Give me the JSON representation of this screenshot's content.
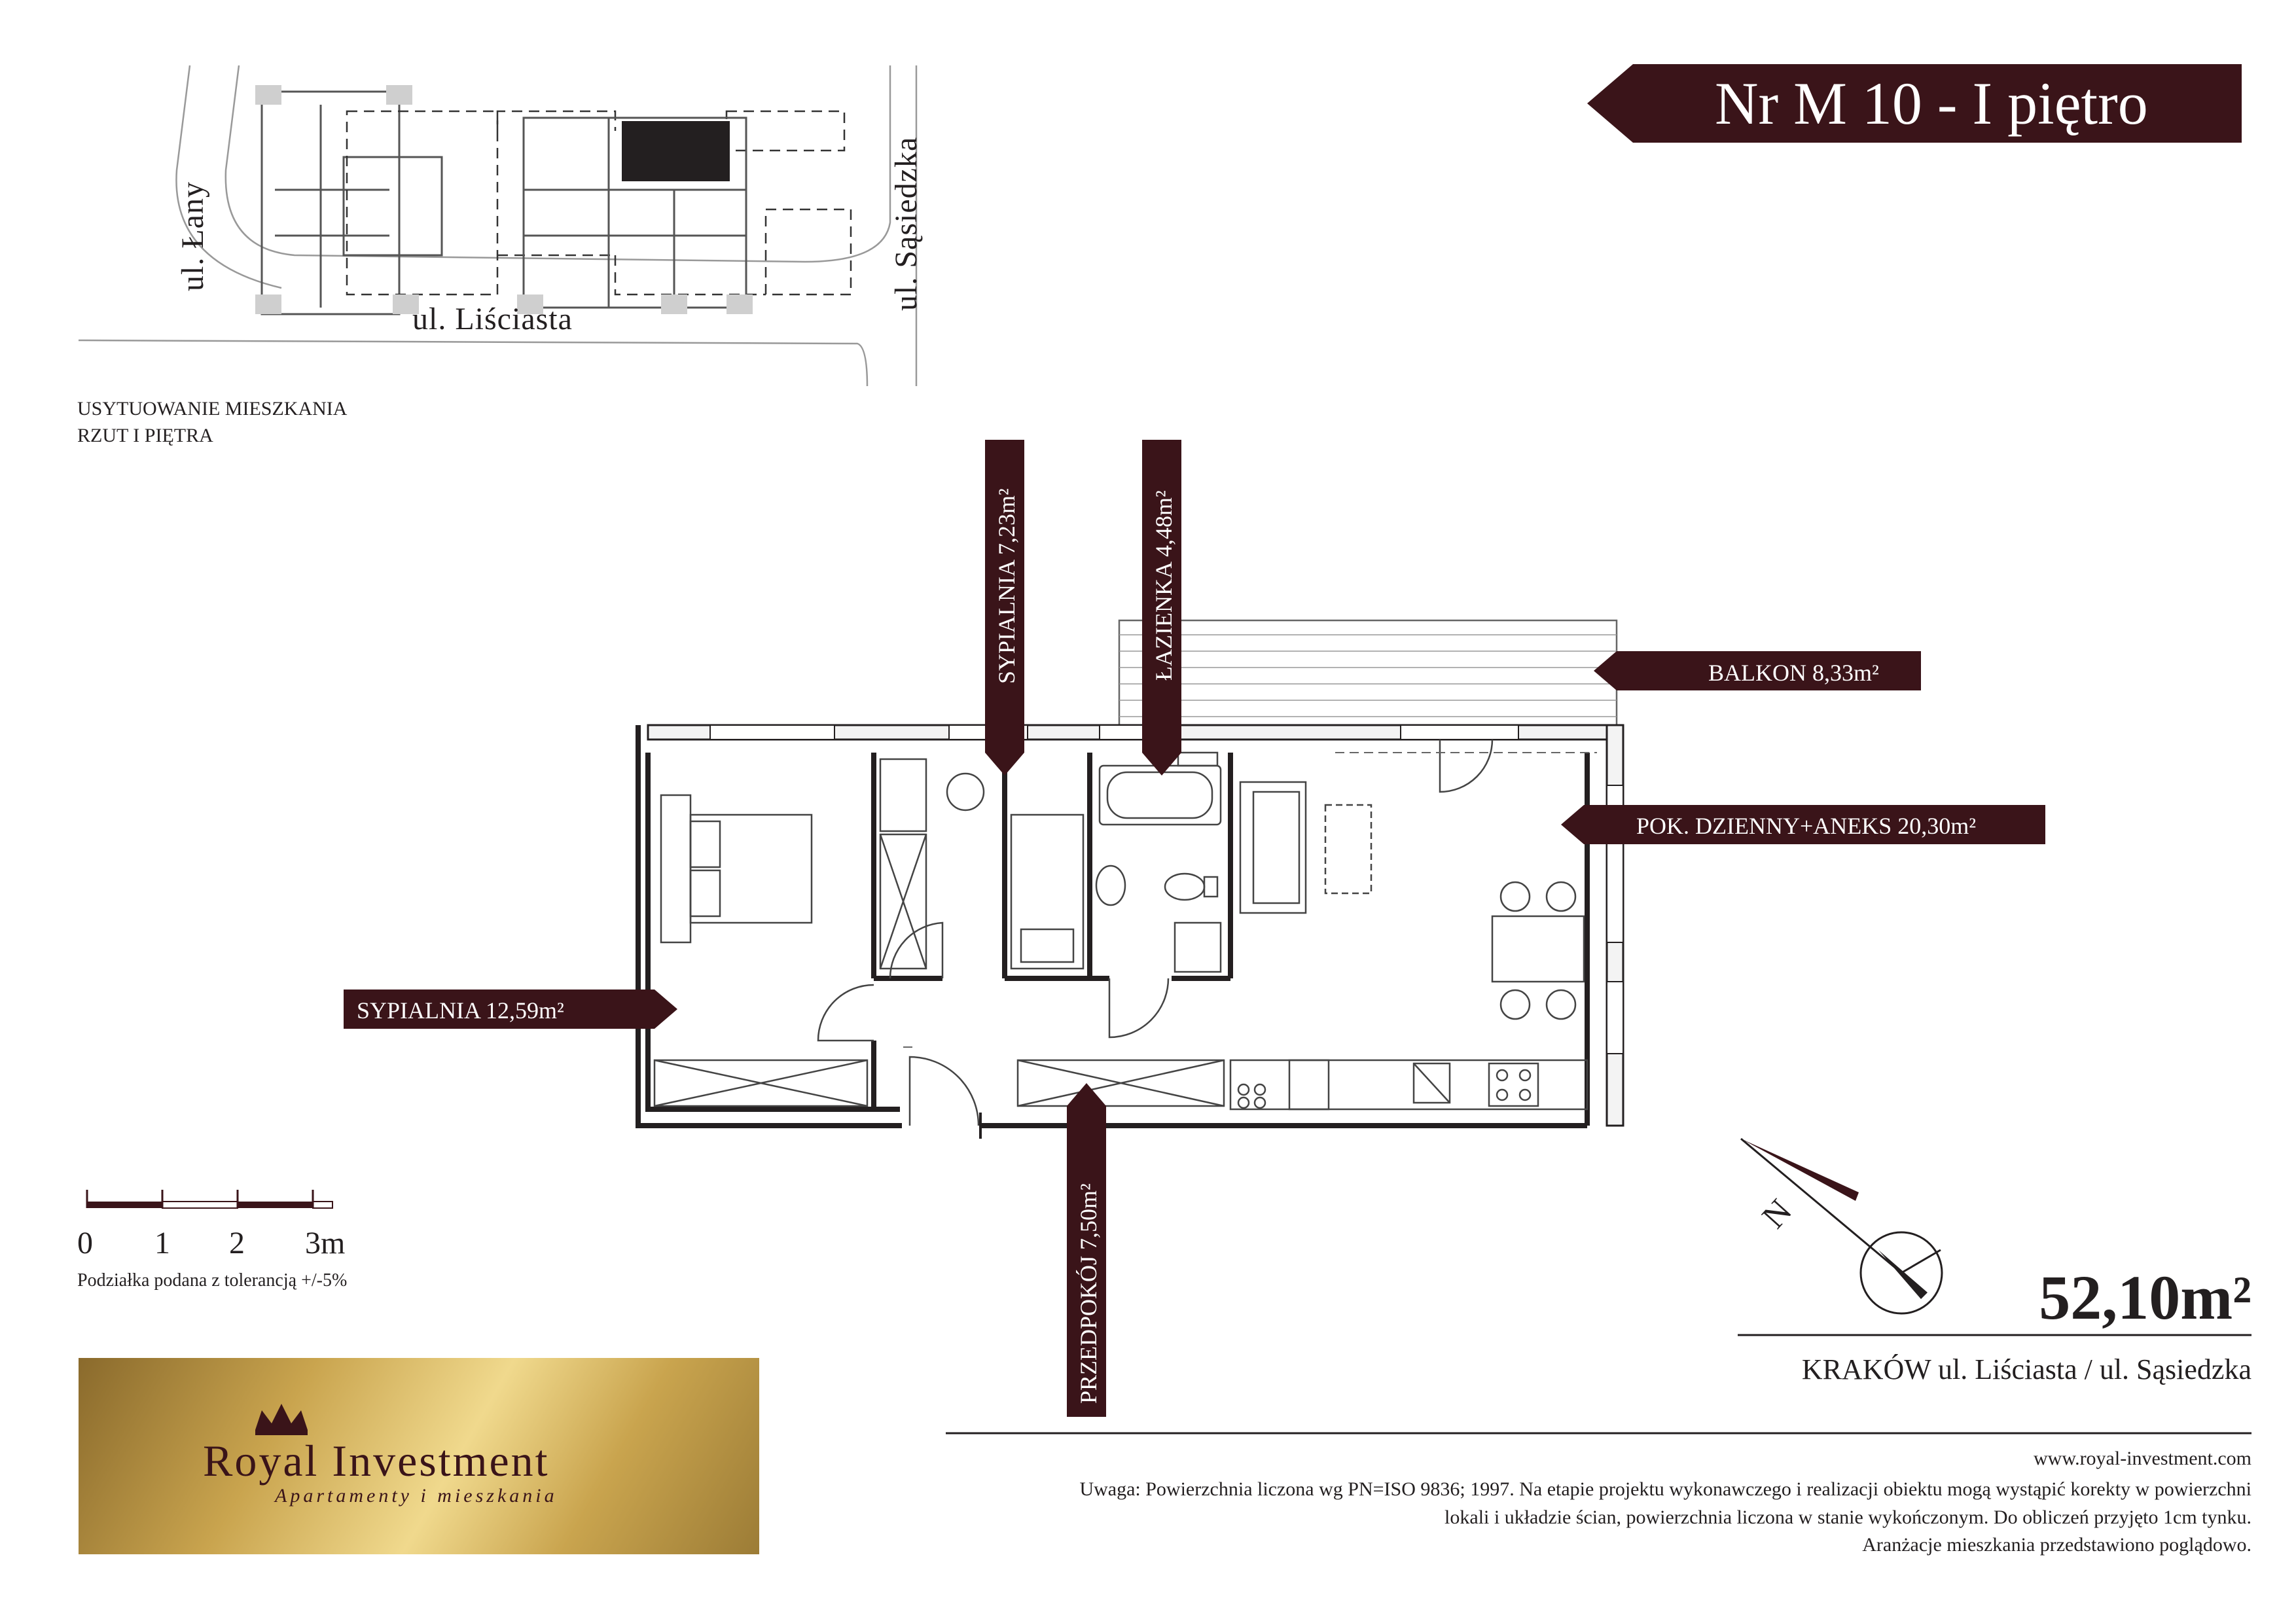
{
  "title": "Nr M 10 - I piętro",
  "location_caption": [
    "USYTUOWANIE MIESZKANIA",
    "RZUT I PIĘTRA"
  ],
  "streets": {
    "lany": "ul. Łany",
    "lisciasta": "ul. Liściasta",
    "sasiedzka": "ul. Sąsiedzka"
  },
  "rooms": {
    "sypialnia_small": "SYPIALNIA 7,23m²",
    "lazienka": "ŁAZIENKA 4,48m²",
    "balkon": "BALKON 8,33m²",
    "pokoj_dzienny": "POK. DZIENNY+ANEKS 20,30m²",
    "sypialnia_large": "SYPIALNIA 12,59m²",
    "przedpokoj": "PRZEDPOKÓJ 7,50m²"
  },
  "scale": {
    "ticks": [
      "0",
      "1",
      "2",
      "3m"
    ],
    "note": "Podziałka podana z tolerancją +/-5%"
  },
  "compass_label": "N",
  "total_area": "52,10m²",
  "address": "KRAKÓW ul. Liściasta / ul. Sąsiedzka",
  "logo": {
    "name": "Royal Investment",
    "tagline": "Apartamenty i mieszkania"
  },
  "website": "www.royal-investment.com",
  "disclaimer": [
    "Uwaga: Powierzchnia liczona wg PN=ISO 9836; 1997. Na etapie projektu wykonawczego i realizacji obiektu mogą wystąpić korekty w powierzchni",
    "lokali i układzie ścian, powierzchnia liczona w stanie wykończonym. Do obliczeń przyjęto 1cm tynku.",
    "Aranżacje mieszkania przedstawiono poglądowo."
  ],
  "colors": {
    "accent": "#3a1419",
    "wall": "#231f20",
    "gold": "#c9a44e"
  }
}
